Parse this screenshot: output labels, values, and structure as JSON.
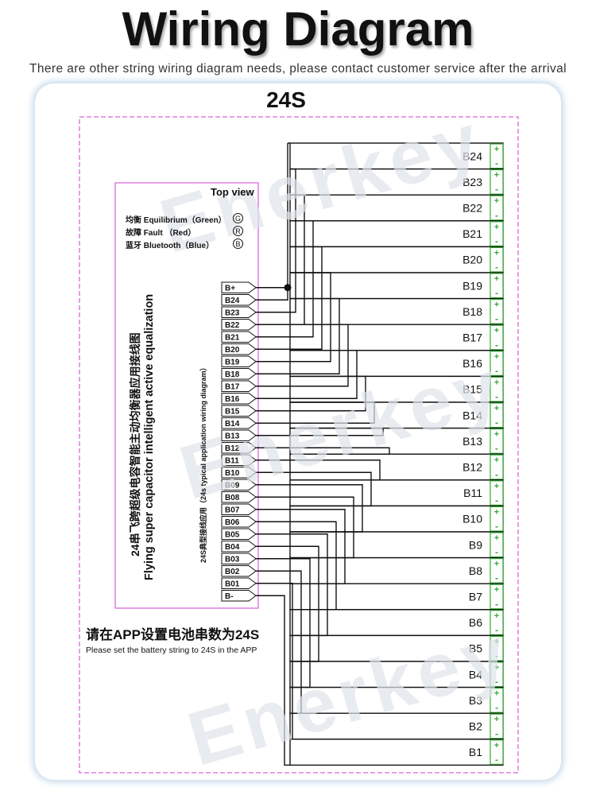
{
  "title": "Wiring Diagram",
  "subtitle": "There are other string wiring diagram needs, please contact customer service after the arrival",
  "config_label": "24S",
  "watermark": "Enerkey",
  "board": {
    "top_view": "Top view",
    "leds": [
      {
        "label": "均衡 Equilibrium（Green）",
        "icon": "G"
      },
      {
        "label": "故障 Fault （Red）",
        "icon": "R"
      },
      {
        "label": "蓝牙 Bluetooth（Blue）",
        "icon": "B"
      }
    ],
    "name_cn": "24串飞跨超级电容智能主动均衡器应用接线图",
    "name_en": "Flying super capacitor intelligent active equalization",
    "typical_label": "24S典型接线应用（24s typical application wiring diagram）",
    "pins": [
      "B+",
      "B24",
      "B23",
      "B22",
      "B21",
      "B20",
      "B19",
      "B18",
      "B17",
      "B16",
      "B15",
      "B14",
      "B13",
      "B12",
      "B11",
      "B10",
      "B09",
      "B08",
      "B07",
      "B06",
      "B05",
      "B04",
      "B03",
      "B02",
      "B01",
      "B-"
    ]
  },
  "cells": [
    "B24",
    "B23",
    "B22",
    "B21",
    "B20",
    "B19",
    "B18",
    "B17",
    "B16",
    "B15",
    "B14",
    "B13",
    "B12",
    "B11",
    "B10",
    "B9",
    "B8",
    "B7",
    "B6",
    "B5",
    "B4",
    "B3",
    "B2",
    "B1"
  ],
  "terminal_plus": "+",
  "terminal_minus": "-",
  "note_cn": "请在APP设置电池串数为24S",
  "note_en": "Please set the battery string to 24S in the APP",
  "colors": {
    "wire": "#111111",
    "outline": "#d23cd2",
    "terminal": "#33aa33",
    "card_glow": "#b4cde6",
    "watermark": "#dfe4ec"
  }
}
